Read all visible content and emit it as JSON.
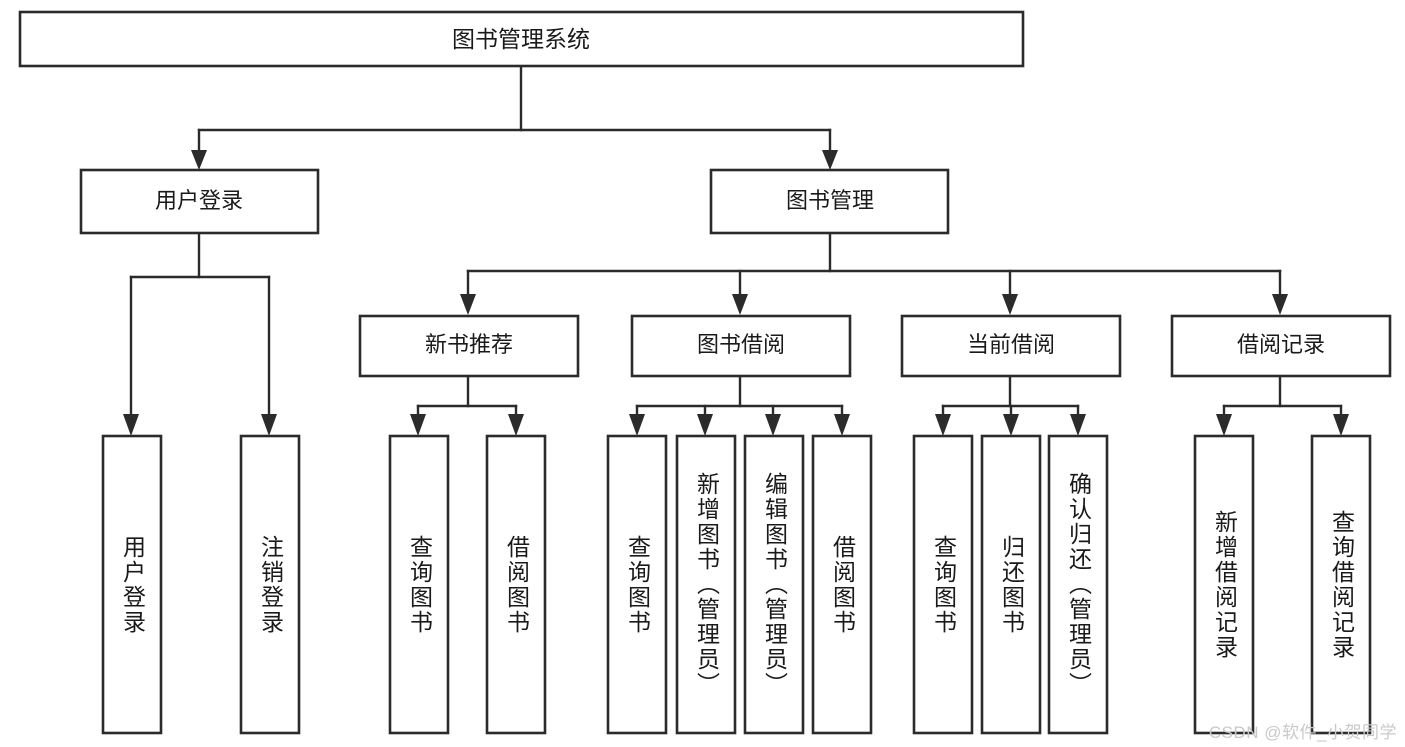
{
  "diagram": {
    "type": "tree",
    "title": "图书管理系统",
    "watermark": "CSDN @软件_小贺同学",
    "colors": {
      "stroke": "#2b2b2b",
      "fill": "#ffffff",
      "text": "#1a1a1a",
      "watermark": "#c9c9c9"
    },
    "root": {
      "id": "root",
      "label": "图书管理系统",
      "orientation": "horizontal"
    },
    "level2": [
      {
        "id": "user-login",
        "label": "用户登录",
        "orientation": "horizontal"
      },
      {
        "id": "book-manage",
        "label": "图书管理",
        "orientation": "horizontal"
      }
    ],
    "level3": [
      {
        "id": "new-book-rec",
        "label": "新书推荐",
        "orientation": "horizontal",
        "parent": "book-manage"
      },
      {
        "id": "book-borrow",
        "label": "图书借阅",
        "orientation": "horizontal",
        "parent": "book-manage"
      },
      {
        "id": "current-borrow",
        "label": "当前借阅",
        "orientation": "horizontal",
        "parent": "book-manage"
      },
      {
        "id": "borrow-record",
        "label": "借阅记录",
        "orientation": "horizontal",
        "parent": "book-manage"
      }
    ],
    "leaves": [
      {
        "id": "leaf-user-login",
        "label": "用户登录",
        "parent": "user-login",
        "orientation": "vertical"
      },
      {
        "id": "leaf-user-logout",
        "label": "注销登录",
        "parent": "user-login",
        "orientation": "vertical"
      },
      {
        "id": "leaf-query-book-1",
        "label": "查询图书",
        "parent": "new-book-rec",
        "orientation": "vertical"
      },
      {
        "id": "leaf-borrow-book-1",
        "label": "借阅图书",
        "parent": "new-book-rec",
        "orientation": "vertical"
      },
      {
        "id": "leaf-query-book-2",
        "label": "查询图书",
        "parent": "book-borrow",
        "orientation": "vertical"
      },
      {
        "id": "leaf-add-book",
        "label": "新增图书（管理员）",
        "parent": "book-borrow",
        "orientation": "vertical"
      },
      {
        "id": "leaf-edit-book",
        "label": "编辑图书（管理员）",
        "parent": "book-borrow",
        "orientation": "vertical"
      },
      {
        "id": "leaf-borrow-book-2",
        "label": "借阅图书",
        "parent": "book-borrow",
        "orientation": "vertical"
      },
      {
        "id": "leaf-query-book-3",
        "label": "查询图书",
        "parent": "current-borrow",
        "orientation": "vertical"
      },
      {
        "id": "leaf-return-book",
        "label": "归还图书",
        "parent": "current-borrow",
        "orientation": "vertical"
      },
      {
        "id": "leaf-confirm-return",
        "label": "确认归还（管理员）",
        "parent": "current-borrow",
        "orientation": "vertical"
      },
      {
        "id": "leaf-add-record",
        "label": "新增借阅记录",
        "parent": "borrow-record",
        "orientation": "vertical"
      },
      {
        "id": "leaf-query-record",
        "label": "查询借阅记录",
        "parent": "borrow-record",
        "orientation": "vertical"
      }
    ]
  }
}
